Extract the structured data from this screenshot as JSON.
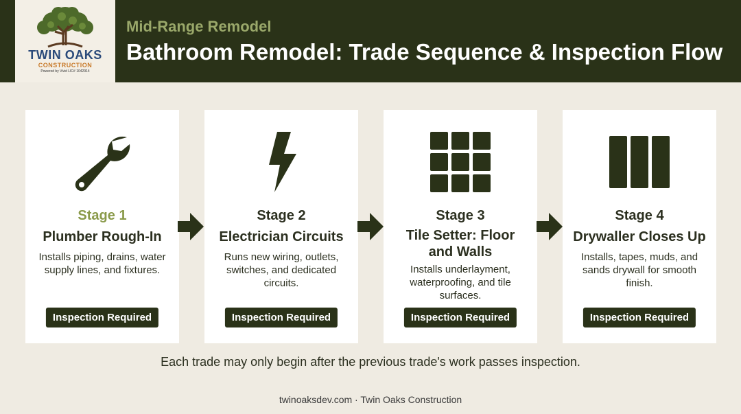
{
  "colors": {
    "header_bg": "#2a3218",
    "page_bg": "#efebe2",
    "accent_green": "#8a9a4a",
    "icon_dark": "#2a3218"
  },
  "logo": {
    "name": "TWIN OAKS",
    "sub": "CONSTRUCTION",
    "powered": "Powered by Vivid LIC# 1042914",
    "icon": "oak-tree-icon"
  },
  "header": {
    "eyebrow": "Mid-Range Remodel",
    "title": "Bathroom Remodel: Trade Sequence & Inspection Flow"
  },
  "stages": [
    {
      "stage": "Stage 1",
      "title": "Plumber Rough-In",
      "description": "Installs piping, drains, water supply lines, and fixtures.",
      "badge": "Inspection Required",
      "icon": "wrench-icon"
    },
    {
      "stage": "Stage 2",
      "title": "Electrician Circuits",
      "description": "Runs new wiring, outlets, switches, and dedicated circuits.",
      "badge": "Inspection Required",
      "icon": "lightning-bolt-icon"
    },
    {
      "stage": "Stage 3",
      "title": "Tile Setter: Floor and Walls",
      "description": "Installs underlayment, waterproofing, and tile surfaces.",
      "badge": "Inspection Required",
      "icon": "tile-grid-icon"
    },
    {
      "stage": "Stage 4",
      "title": "Drywaller Closes Up",
      "description": "Installs, tapes, muds, and sands drywall for smooth finish.",
      "badge": "Inspection Required",
      "icon": "drywall-panels-icon"
    }
  ],
  "footnote": "Each trade may only begin after the previous trade's work passes inspection.",
  "credit": "twinoaksdev.com · Twin Oaks Construction"
}
